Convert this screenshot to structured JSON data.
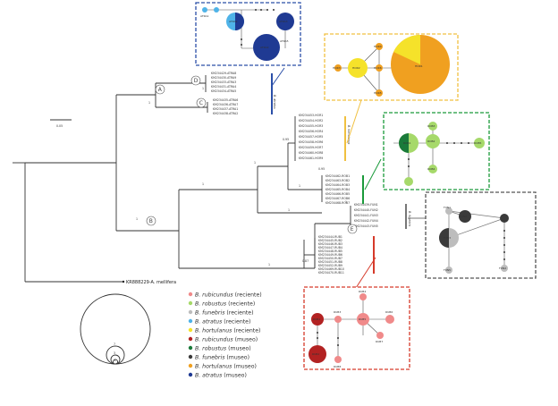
{
  "tree": {
    "scale_label": "0.05",
    "outgroup_label": "KR888229-A. mellifera",
    "support_values": [
      "1",
      "1",
      "0.95",
      "1",
      "1",
      "0.95",
      "1",
      "1",
      "1",
      "1",
      "0.87",
      "1",
      "1"
    ],
    "node_labels": [
      "A",
      "B",
      "C",
      "D",
      "E"
    ],
    "clade_labels": [
      "B. atratus",
      "B. hortulanus",
      "B. funebris"
    ],
    "tips_atratus": [
      "KM234429-ATRA8",
      "KM234430-ATRA9",
      "KM234433-ATRA3",
      "KM234431-ATRA4",
      "KM234434-ATRA5",
      "KM234435-ATRA6",
      "KM234436-ATRA7",
      "KM234437-ATRA1",
      "KM234438-ATRA2"
    ],
    "tips_hortulanus": [
      "KM234453-HOR1",
      "KM234454-HOR2",
      "KM234455-HOR3",
      "KM234456-HOR4",
      "KM234457-HOR5",
      "KM234458-HOR6",
      "KM234459-HOR7",
      "KM234460-HOR8",
      "KM234461-HOR9"
    ],
    "tips_robustus": [
      "KM234462-ROB1",
      "KM234463-ROB2",
      "KM234464-ROB3",
      "KM234465-ROB4",
      "KM234466-ROB5",
      "KM234467-ROB6",
      "KM234468-ROB7"
    ],
    "tips_funebris": [
      "KM234439-FUN1",
      "KM234440-FUN2",
      "KM234441-FUN3",
      "KM234442-FUN4",
      "KM234443-FUN5"
    ],
    "tips_rubicundus": [
      "KM234444-RUB1",
      "KM234445-RUB2",
      "KM234446-RUB3",
      "KM234447-RUB4",
      "KM234448-RUB5",
      "KM234449-RUB6",
      "KM234450-RUB7",
      "KM234451-RUB8",
      "KM234452-RUB9",
      "KM234469-RUB10",
      "KM234470-RUB11"
    ]
  },
  "legend": {
    "items": [
      {
        "name": "B. rubicundus",
        "suffix": " (reciente)",
        "color": "#f08a8a"
      },
      {
        "name": "B. robustus",
        "suffix": " (reciente)",
        "color": "#a6d96a"
      },
      {
        "name": "B. funebris",
        "suffix": " (reciente)",
        "color": "#bdbdbd"
      },
      {
        "name": "B. atratus",
        "suffix": " (reciente)",
        "color": "#4fb3e8"
      },
      {
        "name": "B. hortulanus",
        "suffix": " (reciente)",
        "color": "#f5e22a"
      },
      {
        "name": "B. rubicundus",
        "suffix": " (museo)",
        "color": "#b22222"
      },
      {
        "name": "B. robustus",
        "suffix": " (museo)",
        "color": "#1a7a3a"
      },
      {
        "name": "B. funebris",
        "suffix": " (museo)",
        "color": "#3a3a3a"
      },
      {
        "name": "B. hortulanus",
        "suffix": " (museo)",
        "color": "#f0a020"
      },
      {
        "name": "B. atratus",
        "suffix": " (museo)",
        "color": "#1f3a93"
      }
    ]
  },
  "size_key": {
    "labels": [
      "7",
      "3",
      "1"
    ]
  },
  "networks": {
    "atratus": {
      "labels": [
        "ATRA1",
        "ATRA2",
        "ATRA3",
        "ATRA4",
        "ATRA5"
      ],
      "border": "#2b4fa8"
    },
    "hortulanus": {
      "labels": [
        "HOR1",
        "HOR2",
        "HOR3",
        "HOR4",
        "HOR5",
        "HOR6"
      ],
      "border": "#f0c040"
    },
    "robustus": {
      "labels": [
        "ROB1",
        "ROB2",
        "ROB3",
        "ROB4",
        "ROB5"
      ],
      "border": "#1a9a3a"
    },
    "funebris": {
      "labels": [
        "FUN1",
        "FUN2",
        "FUN3",
        "FUN4",
        "FUN5"
      ],
      "border": "#555555"
    },
    "rubicundus": {
      "labels": [
        "RUB1",
        "RUB2",
        "RUB3",
        "RUB4",
        "RUB5",
        "RUB6",
        "RUB7",
        "RUB8"
      ],
      "border": "#d63a2a"
    }
  }
}
